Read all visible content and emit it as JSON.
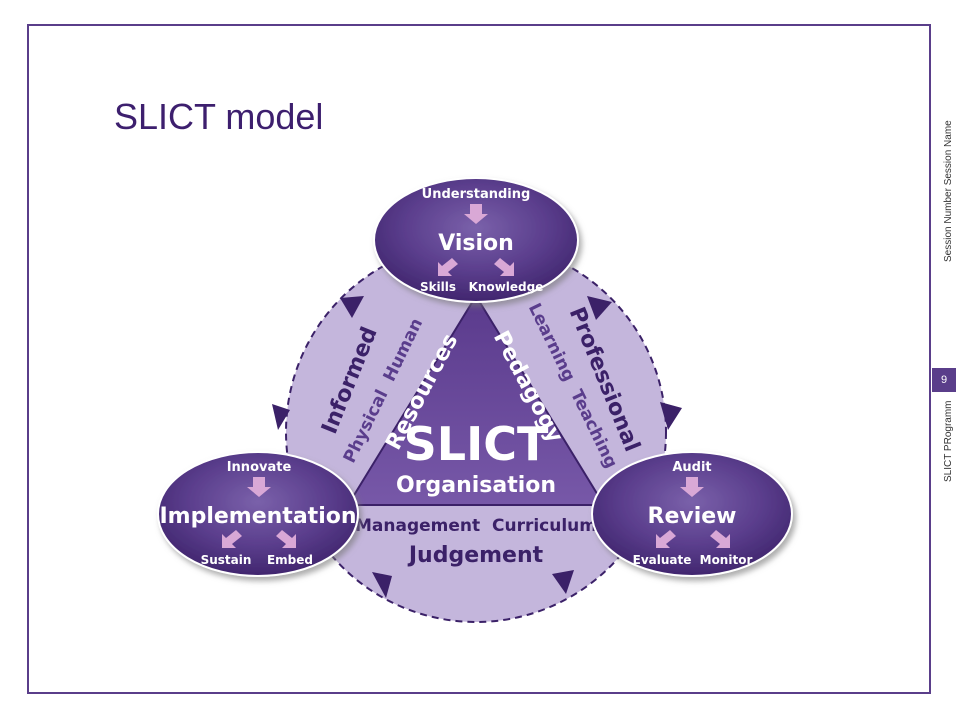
{
  "slide": {
    "title": "SLICT model",
    "side_session": "Session Number Session Name",
    "side_program": "SLICT PRogramm",
    "page_number": "9"
  },
  "diagram": {
    "center": {
      "title": "SLICT",
      "organisation": "Organisation",
      "resources": "Resources",
      "pedagogy": "Pedagogy"
    },
    "ring": {
      "informed": "Informed",
      "physical_human": "Physical  Human",
      "professional": "Professional",
      "learning_teaching": "Learning  Teaching",
      "management_curriculum": "Management  Curriculum",
      "judgement": "Judgement"
    },
    "nodes": {
      "vision": {
        "title": "Vision",
        "top": "Understanding",
        "left": "Skills",
        "right": "Knowledge"
      },
      "implementation": {
        "title": "Implementation",
        "top": "Innovate",
        "left": "Sustain",
        "right": "Embed"
      },
      "review": {
        "title": "Review",
        "top": "Audit",
        "left": "Evaluate",
        "right": "Monitor"
      }
    },
    "colors": {
      "frame": "#5a3e8a",
      "ring": "#c4b6dc",
      "triangle": "#6b4a9c",
      "node_dark": "#3b2168",
      "node_light": "#7a61aa",
      "pink_arrow": "#d9a8d6"
    }
  }
}
